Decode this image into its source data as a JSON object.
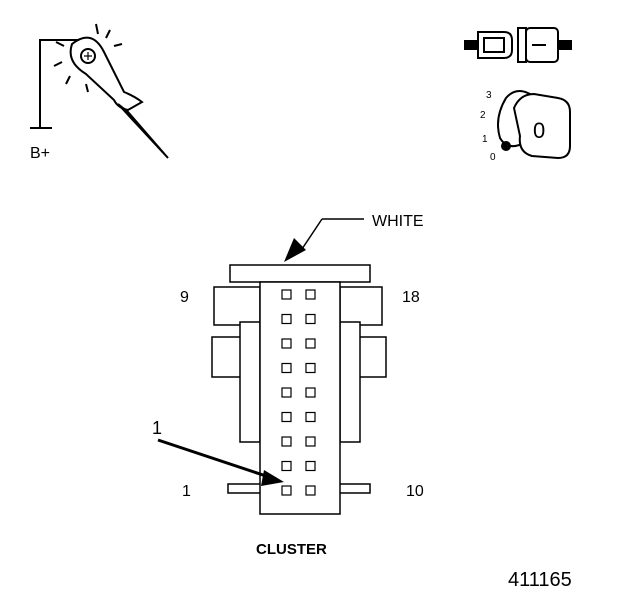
{
  "probe": {
    "label": "B+"
  },
  "key": {
    "positions": [
      "3",
      "2",
      "1",
      "0"
    ],
    "key_label": "0"
  },
  "connector": {
    "color_label": "WHITE",
    "pin_top_left": "9",
    "pin_top_right": "18",
    "pin_bottom_left": "1",
    "pin_bottom_right": "10",
    "callout": "1",
    "name": "CLUSTER",
    "pin_rows": 9,
    "pin_cols": 2
  },
  "figure_id": "411165"
}
